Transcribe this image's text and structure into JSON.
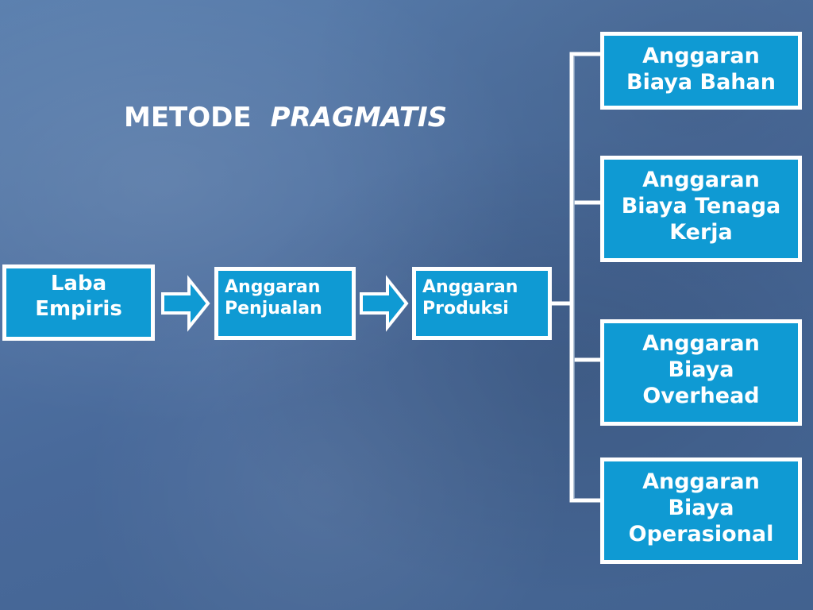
{
  "title": {
    "part1": "METODE",
    "part2": "PRAGMATIS"
  },
  "flow": {
    "laba": [
      "Laba",
      "Empiris"
    ],
    "penjualan": [
      "Anggaran",
      "Penjualan"
    ],
    "produksi": [
      "Anggaran",
      "Produksi"
    ]
  },
  "branches": {
    "bahan": [
      "Anggaran",
      "Biaya Bahan"
    ],
    "tenaga": [
      "Anggaran",
      "Biaya Tenaga",
      "Kerja"
    ],
    "overhead": [
      "Anggaran",
      "Biaya",
      "Overhead"
    ],
    "operasional": [
      "Anggaran",
      "Biaya",
      "Operasional"
    ]
  },
  "colors": {
    "background": "#4e73a2",
    "box_fill": "#0f9ad3",
    "box_border": "#ffffff",
    "text": "#ffffff"
  }
}
